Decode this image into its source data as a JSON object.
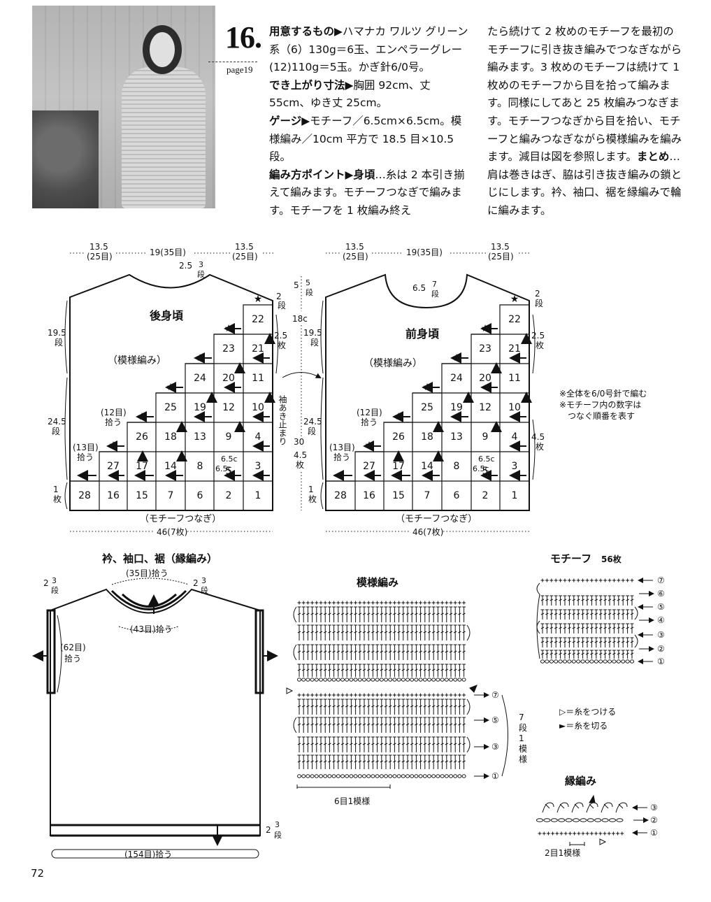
{
  "page": {
    "number": "16.",
    "page_ref": "page19",
    "footer_page": "72"
  },
  "photo": {
    "alt": "model wearing crocheted top"
  },
  "instructions": {
    "col1": [
      {
        "label": "用意するもの▶",
        "text": "ハマナカ ワルツ グリーン系（6）130g＝6玉、エンペラーグレー(12)110g＝5玉。かぎ針6/0号。"
      },
      {
        "label": "でき上がり寸法▶",
        "text": "胸囲 92cm、丈 55cm、ゆき丈 25cm。"
      },
      {
        "label": "ゲージ▶",
        "text": "モチーフ／6.5cm×6.5cm。模様編み／10cm 平方で 18.5 目×10.5 段。"
      },
      {
        "label": "編み方ポイント▶身頃",
        "text": "…糸は 2 本引き揃えて編みます。モチーフつなぎで編みます。モチーフを 1 枚編み終え"
      }
    ],
    "col2_a": "たら続けて 2 枚めのモチーフを最初のモチーフに引き抜き編みでつなぎながら編みます。3 枚めのモチーフは続けて 1 枚めのモチーフから目を拾って編みます。同様にしてあと 25 枚編みつなぎます。モチーフつなぎから目を拾い、モチーフと編みつなぎながら模様編みを編みます。減目は図を参照します。",
    "col2_label": "まとめ",
    "col2_b": "…肩は巻きはぎ、脇は引き抜き編みの鎖とじにします。衿、袖口、裾を縁編みで輪に編みます。"
  },
  "back_body": {
    "title": "後身頃",
    "pattern": "（模様編み）",
    "top_dims": [
      "13.5",
      "(25目)",
      "19(35目)",
      "13.5",
      "(25目)"
    ],
    "neck": [
      "2.5",
      "3",
      "段"
    ],
    "shoulder": [
      "2",
      "段"
    ],
    "right_labels": [
      "2.5",
      "枚",
      "袖あき止まり"
    ],
    "left_labels": [
      "19.5",
      "段",
      "24.5",
      "段",
      "1",
      "枚"
    ],
    "pickups": [
      "(12目)",
      "拾う",
      "(13目)",
      "拾う",
      "6.5c",
      "6.5c"
    ],
    "bottom": [
      "（モチーフつなぎ）",
      "46(7枚)"
    ]
  },
  "front_body": {
    "title": "前身頃",
    "pattern": "（模様編み）",
    "top_dims": [
      "13.5",
      "(25目)",
      "19(35目)",
      "13.5",
      "(25目)"
    ],
    "neck": [
      "6.5",
      "7",
      "段"
    ],
    "shoulder": [
      "2",
      "段"
    ],
    "right_labels": [
      "2.5",
      "枚",
      "4.5",
      "枚"
    ],
    "left_labels": [
      "19.5",
      "段",
      "24.5",
      "段",
      "1",
      "枚"
    ],
    "center_dims": [
      "5",
      "5",
      "段",
      "18c",
      "30",
      "4.5",
      "枚"
    ],
    "pickups": [
      "(12目)",
      "拾う",
      "(13目)",
      "拾う",
      "6.5c",
      "6.5c"
    ],
    "bottom": [
      "（モチーフつなぎ）",
      "46(7枚)"
    ]
  },
  "motif_numbers": {
    "row1": [
      "28",
      "16",
      "15",
      "7",
      "6",
      "2",
      "1"
    ],
    "row2": [
      "27",
      "17",
      "14",
      "8",
      "5",
      "3"
    ],
    "row3": [
      "26",
      "18",
      "13",
      "9",
      "4"
    ],
    "row4": [
      "25",
      "19",
      "12",
      "10"
    ],
    "row5": [
      "24",
      "20",
      "11"
    ],
    "row6": [
      "23",
      "21"
    ],
    "row7": [
      "22"
    ]
  },
  "notes": [
    "※全体を6/0号針で編む",
    "※モチーフ内の数字は",
    "つなぐ順番を表す"
  ],
  "edging_diagram": {
    "title": "衿、袖口、裾（縁編み）",
    "neck_top": "(35目)拾う",
    "neck_bottom": "(43目)拾う",
    "sleeve": [
      "(62目)",
      "拾う"
    ],
    "hem": "(154目)拾う",
    "rows": [
      "2",
      "3",
      "段"
    ]
  },
  "pattern_stitch": {
    "title": "模様編み",
    "repeat": "6目1模様",
    "rows_label": [
      "7",
      "段",
      "1",
      "模",
      "様"
    ],
    "row_markers": [
      "⑦",
      "⑤",
      "③",
      "①"
    ]
  },
  "motif_chart": {
    "title": "モチーフ",
    "count": "56枚",
    "rows": [
      "⑦",
      "⑥",
      "⑤",
      "④",
      "③",
      "②",
      "①"
    ]
  },
  "legend": [
    "▷＝糸をつける",
    "►＝糸を切る"
  ],
  "border_stitch": {
    "title": "縁編み",
    "repeat": "2目1模様",
    "rows": [
      "③",
      "②",
      "①"
    ]
  }
}
